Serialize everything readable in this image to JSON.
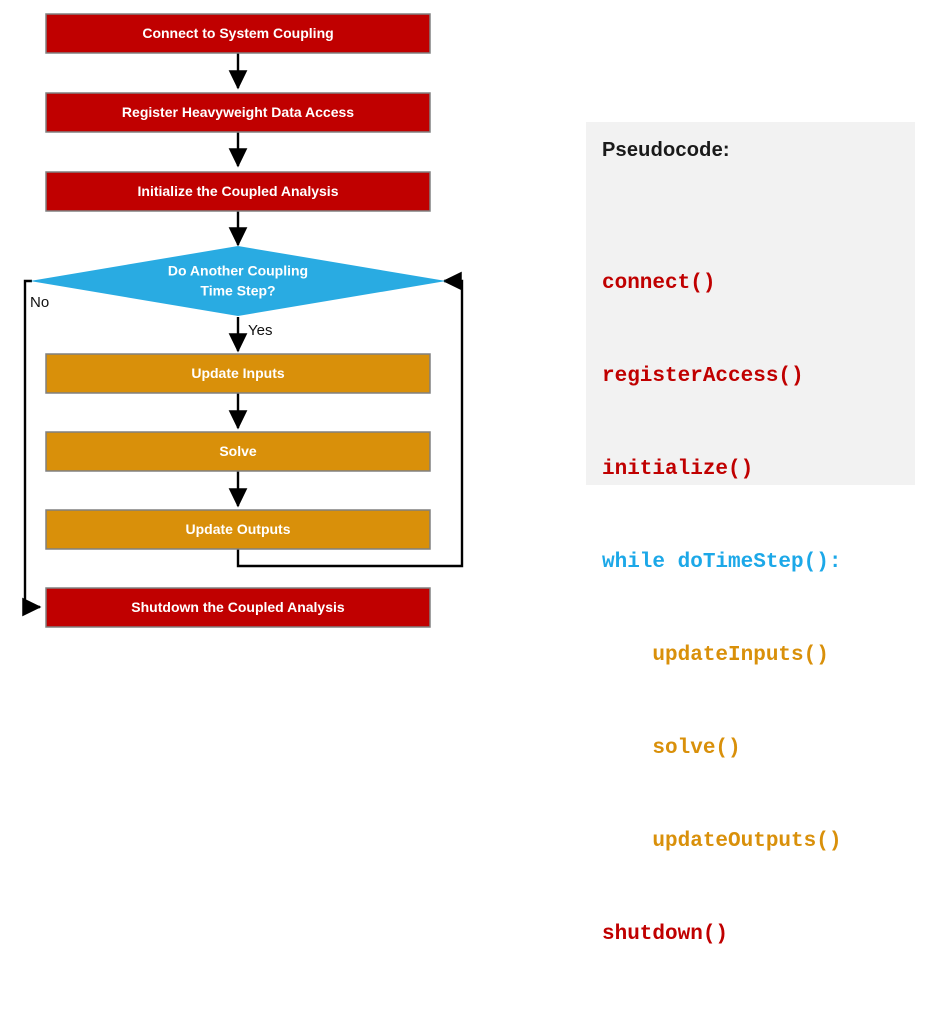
{
  "flowchart": {
    "nodes": [
      {
        "id": "connect",
        "label": "Connect to System Coupling",
        "shape": "rect",
        "color": "#C00000"
      },
      {
        "id": "register",
        "label": "Register Heavyweight Data Access",
        "shape": "rect",
        "color": "#C00000"
      },
      {
        "id": "initialize",
        "label": "Initialize the Coupled Analysis",
        "shape": "rect",
        "color": "#C00000"
      },
      {
        "id": "decision",
        "label": "Do Another Coupling",
        "label2": "Time Step?",
        "shape": "diamond",
        "color": "#29ABE2"
      },
      {
        "id": "inputs",
        "label": "Update Inputs",
        "shape": "rect",
        "color": "#D9900A"
      },
      {
        "id": "solve",
        "label": "Solve",
        "shape": "rect",
        "color": "#D9900A"
      },
      {
        "id": "outputs",
        "label": "Update Outputs",
        "shape": "rect",
        "color": "#D9900A"
      },
      {
        "id": "shutdown",
        "label": "Shutdown the Coupled Analysis",
        "shape": "rect",
        "color": "#C00000"
      }
    ],
    "edge_labels": {
      "no": "No",
      "yes": "Yes"
    }
  },
  "pseudocode": {
    "heading": "Pseudocode:",
    "lines": [
      {
        "text": "connect()",
        "color": "#C00000"
      },
      {
        "text": "registerAccess()",
        "color": "#C00000"
      },
      {
        "text": "initialize()",
        "color": "#C00000"
      },
      {
        "text": "while doTimeStep():",
        "color": "#1CA8E8"
      },
      {
        "text": "    updateInputs()",
        "color": "#D9900A"
      },
      {
        "text": "    solve()",
        "color": "#D9900A"
      },
      {
        "text": "    updateOutputs()",
        "color": "#D9900A"
      },
      {
        "text": "shutdown()",
        "color": "#C00000"
      }
    ]
  },
  "colors": {
    "red": "#C00000",
    "orange": "#D9900A",
    "cyan": "#29ABE2",
    "code_cyan": "#1CA8E8",
    "box_border": "#808080",
    "connector": "#000000",
    "panel_background": "#F2F2F2",
    "heading": "#1A1A1A"
  }
}
